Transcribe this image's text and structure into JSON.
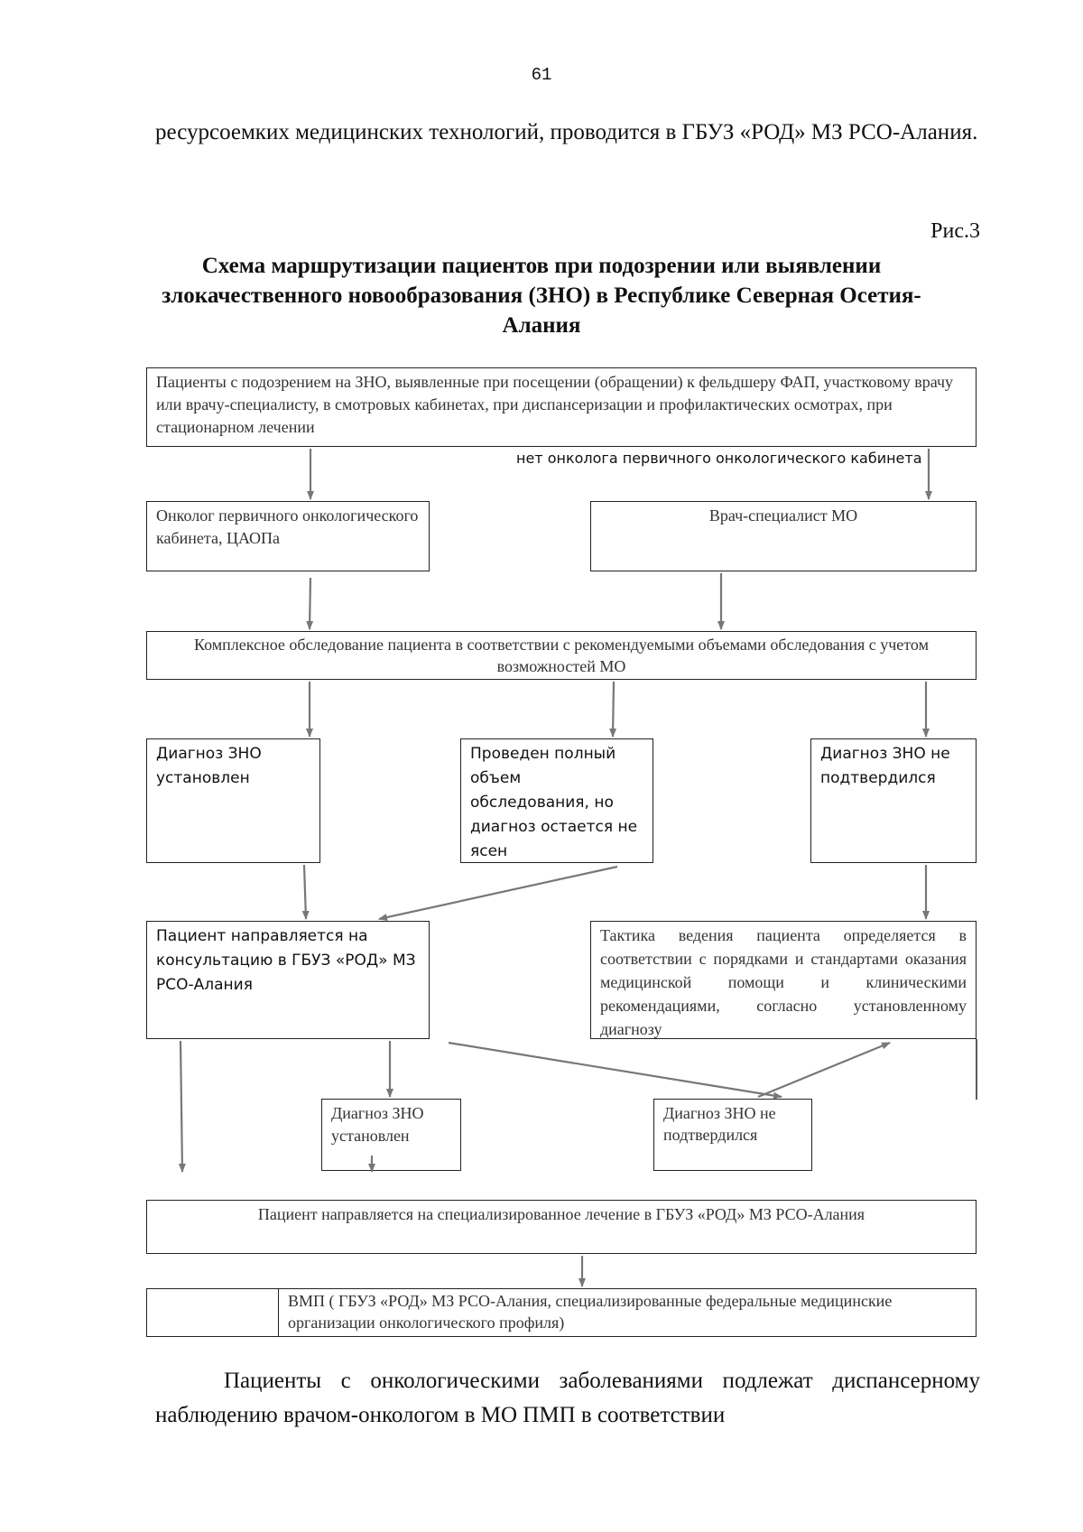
{
  "page_number": "61",
  "intro_text": "ресурсоемких медицинских технологий, проводится в ГБУЗ «РОД» МЗ РСО-Алания.",
  "figure_label": "Рис.3",
  "figure_title": "Схема маршрутизации пациентов при подозрении или выявлении злокачественного новообразования (ЗНО) в Республике Северная Осетия-Алания",
  "diagram": {
    "start": "Пациенты с подозрением на ЗНО, выявленные при посещении (обращении) к фельдшеру ФАП, участковому врачу или врачу-специалисту, в смотровых кабинетах, при диспансеризации и профилактических осмотрах, при стационарном лечении",
    "no_oncologist_note": "нет онколога первичного онкологического кабинета",
    "oncologist": "Онколог первичного онкологического кабинета, ЦАОПа",
    "specialist": "Врач-специалист МО",
    "exam": "Комплексное обследование пациента в соответствии с рекомендуемыми объемами обследования с учетом возможностей МО",
    "dx_confirmed": "Диагноз ЗНО установлен",
    "dx_unclear": "Проведен полный объем обследования, но диагноз остается не ясен",
    "dx_not_confirmed": "Диагноз ЗНО не подтвердился",
    "referral": "Пациент направляется на консультацию в ГБУЗ «РОД» МЗ РСО-Алания",
    "tactics": "Тактика ведения пациента определяется в соответствии с порядками и стандартами оказания медицинской помощи и клиническими рекомендациями, согласно установленному диагнозу",
    "dx2_confirmed": "Диагноз ЗНО установлен",
    "dx2_not_confirmed": "Диагноз ЗНО не подтвердился",
    "specialized": "Пациент направляется на специализированное лечение в ГБУЗ «РОД» МЗ РСО-Алания",
    "hightech": "ВМП ( ГБУЗ «РОД» МЗ РСО-Алания, специализированные федеральные медицинские организации онкологического профиля)"
  },
  "outro_text": "Пациенты с онкологическими заболеваниями подлежат диспансерному наблюдению врачом-онкологом в МО ПМП в соответствии"
}
